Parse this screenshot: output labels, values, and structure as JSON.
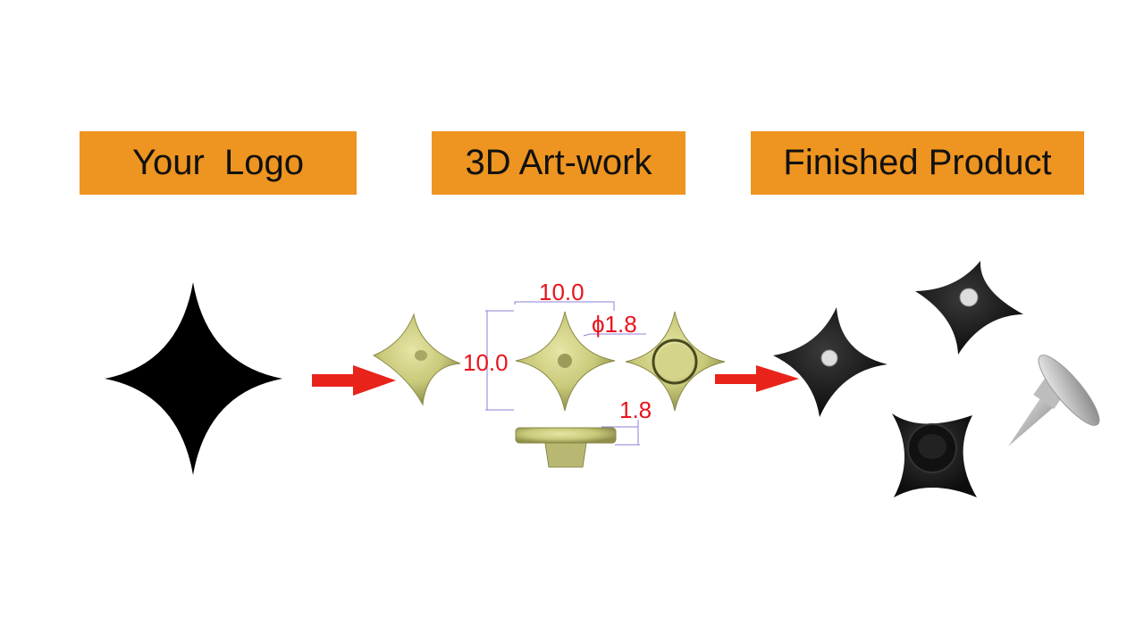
{
  "headers": {
    "logo": "Your  Logo",
    "artwork": "3D Art-work",
    "product": "Finished Product"
  },
  "dimensions": {
    "width": "10.0",
    "height": "10.0",
    "hole_diameter": "ϕ1.8",
    "thickness": "1.8"
  },
  "colors": {
    "header_bg": "#EE9420",
    "arrow": "#E8231A",
    "dimension_text": "#E8141C",
    "artwork_metal": "#C9C97A",
    "product_black": "#1A1A1A"
  }
}
